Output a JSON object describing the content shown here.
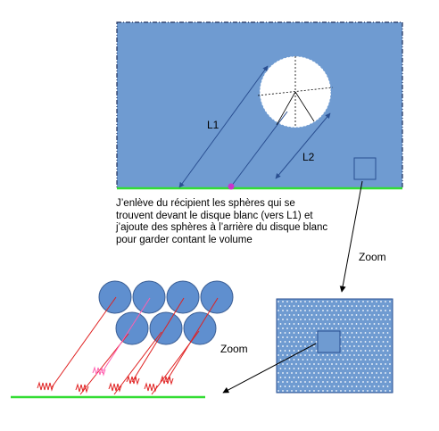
{
  "labels": {
    "l1": "L1",
    "l2": "L2",
    "zoom_top": "Zoom",
    "zoom_bottom": "Zoom"
  },
  "caption_lines": [
    "J’enlève du récipient les sphères qui se",
    "trouvent devant le disque blanc (vers L1) et",
    "j’ajoute des sphères à l’arrière du disque blanc",
    "pour garder contant le volume"
  ],
  "colors": {
    "container_fill": "#6f9bd1",
    "container_border": "#1f2f5c",
    "ground": "#33dd33",
    "measure_line": "#2a4f91",
    "sphere_fill": "#5f8fcf",
    "sphere_stroke": "#3c5f95",
    "spring": "#e02020",
    "spring_highlight": "#ff5faf",
    "source_dot": "#cc33cc",
    "disk": "#ffffff"
  }
}
